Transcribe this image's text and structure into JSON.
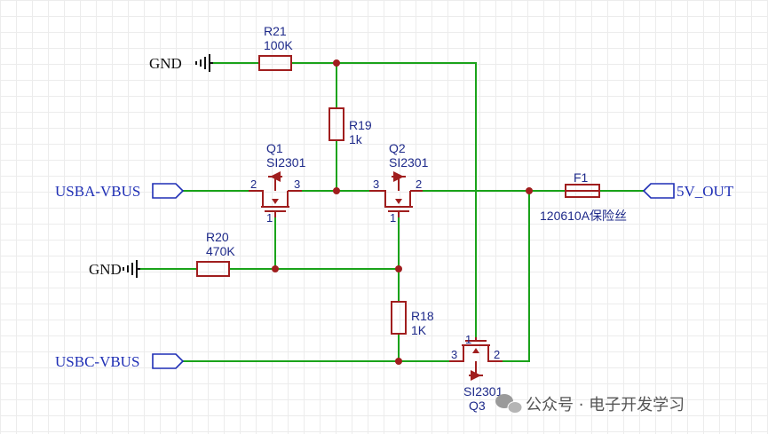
{
  "nets": {
    "gnd_top": "GND",
    "gnd_mid": "GND",
    "usba_vbus": "USBA-VBUS",
    "usbc_vbus": "USBC-VBUS",
    "out": "5V_OUT"
  },
  "components": {
    "r21": {
      "ref": "R21",
      "value": "100K"
    },
    "r19": {
      "ref": "R19",
      "value": "1k"
    },
    "r20": {
      "ref": "R20",
      "value": "470K"
    },
    "r18": {
      "ref": "R18",
      "value": "1K"
    },
    "q1": {
      "ref": "Q1",
      "part": "SI2301",
      "pins": [
        "2",
        "3",
        "1"
      ]
    },
    "q2": {
      "ref": "Q2",
      "part": "SI2301",
      "pins": [
        "3",
        "2",
        "1"
      ]
    },
    "q3": {
      "ref": "Q3",
      "part": "SI2301",
      "pins": [
        "3",
        "2",
        "1"
      ]
    },
    "f1": {
      "ref": "F1",
      "value": "120610A保险丝"
    }
  },
  "watermark": "公众号 · 电子开发学习",
  "colors": {
    "wire": "#1aa31a",
    "component": "#a01e1e",
    "label": "#1e2a8a",
    "net_label": "#1f2fb5",
    "background": "#ffffff"
  }
}
